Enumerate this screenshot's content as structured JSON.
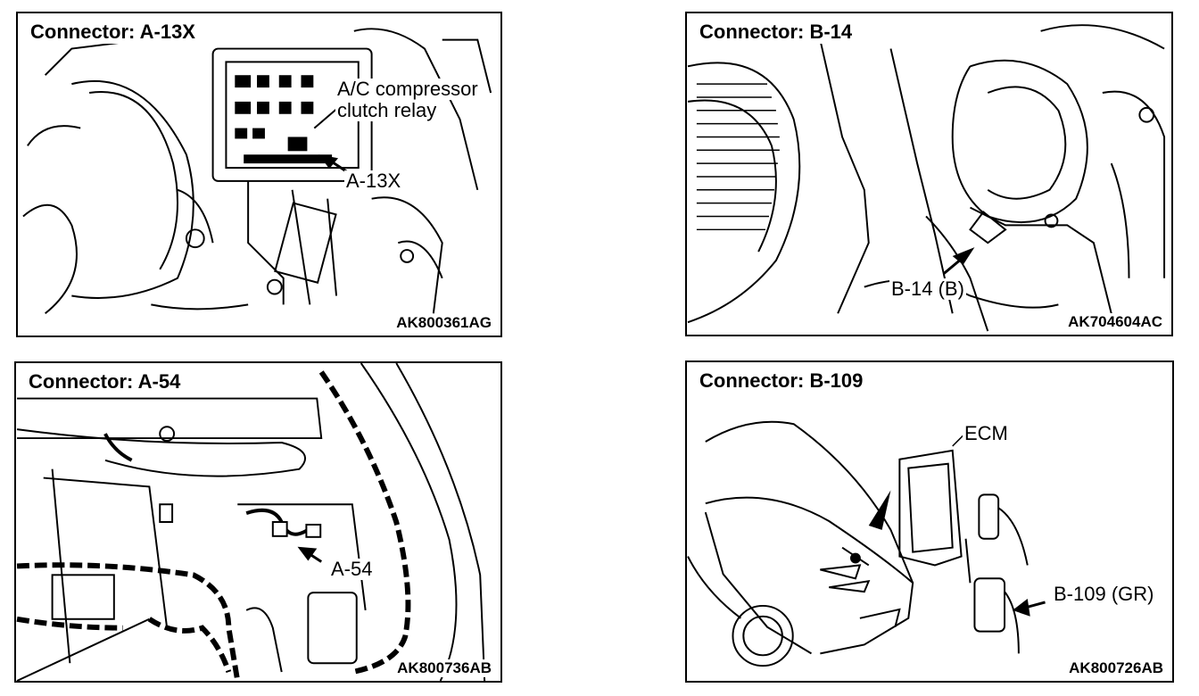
{
  "panels": [
    {
      "title": "Connector: A-13X",
      "callouts": [
        "A/C compressor",
        "clutch relay",
        "A-13X"
      ],
      "figure_code": "AK800361AG"
    },
    {
      "title": "Connector: B-14",
      "callouts": [
        "B-14 (B)"
      ],
      "figure_code": "AK704604AC"
    },
    {
      "title": "Connector: A-54",
      "callouts": [
        "A-54"
      ],
      "figure_code": "AK800736AB"
    },
    {
      "title": "Connector: B-109",
      "callouts": [
        "ECM",
        "B-109 (GR)"
      ],
      "figure_code": "AK800726AB"
    }
  ]
}
